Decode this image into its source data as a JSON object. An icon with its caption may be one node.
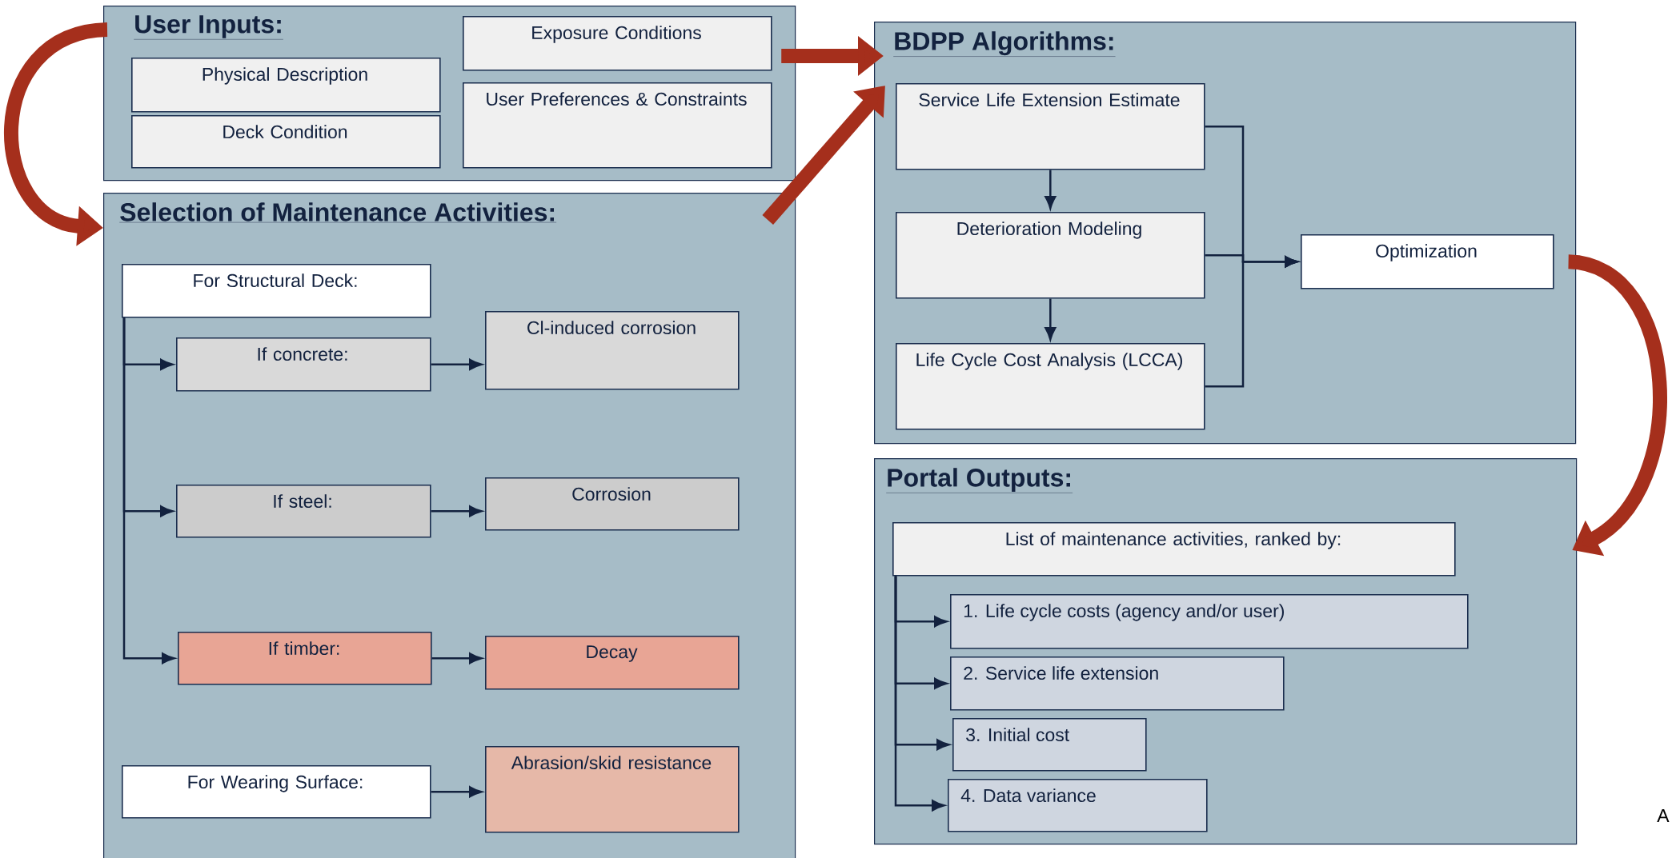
{
  "diagram": {
    "nodes": [
      {
        "text": [
          "User Inputs:"
        ]
      },
      {
        "text": [
          "Physical Description"
        ],
        "in": 0
      },
      {
        "text": [
          "Deck Condition"
        ],
        "in": 0
      },
      {
        "text": [
          "Exposure Conditions"
        ],
        "in": 0
      },
      {
        "text": [
          "User Preferences & Constraints"
        ],
        "in": 0
      },
      {
        "text": [
          "Selection of Maintenance Activities:"
        ]
      },
      {
        "text": [
          "For Structural Deck:"
        ],
        "in": 5
      },
      {
        "text": [
          "If concrete:"
        ],
        "in": 5
      },
      {
        "text": [
          "Cl-induced corrosion"
        ],
        "in": 5
      },
      {
        "text": [
          "If steel:"
        ],
        "in": 5
      },
      {
        "text": [
          "Corrosion"
        ],
        "in": 5
      },
      {
        "text": [
          "If timber:"
        ],
        "in": 5
      },
      {
        "text": [
          "Decay"
        ],
        "in": 5
      },
      {
        "text": [
          "For Wearing Surface:"
        ],
        "in": 5
      },
      {
        "text": [
          "Abrasion/skid resistance"
        ],
        "in": 5
      },
      {
        "text": [
          "BDPP Algorithms:"
        ]
      },
      {
        "text": [
          "Service Life Extension Estimate"
        ],
        "in": 15
      },
      {
        "text": [
          "Deterioration Modeling"
        ],
        "in": 15
      },
      {
        "text": [
          "Life Cycle Cost Analysis (LCCA)"
        ],
        "in": 15
      },
      {
        "text": [
          "Optimization"
        ],
        "in": 15
      },
      {
        "text": [
          "Portal Outputs:"
        ]
      },
      {
        "text": [
          "List of maintenance activities, ranked by:"
        ],
        "in": 20
      },
      {
        "text": [
          "1. Life cycle costs (agency and/or user)"
        ],
        "in": 20
      },
      {
        "text": [
          "2. Service life extension"
        ],
        "in": 20
      },
      {
        "text": [
          "3. Initial cost"
        ],
        "in": 20
      },
      {
        "text": [
          "4. Data variance"
        ],
        "in": 20
      }
    ],
    "edges": [
      {
        "from": 0,
        "to": 5,
        "arrow": "to",
        "style": "thick",
        "color": "#a52f1c"
      },
      {
        "from": 0,
        "to": 15,
        "arrow": "to",
        "style": "thick",
        "color": "#a52f1c"
      },
      {
        "from": 5,
        "to": 15,
        "arrow": "to",
        "style": "thick",
        "color": "#a52f1c"
      },
      {
        "from": 19,
        "to": 20,
        "arrow": "to",
        "style": "thick",
        "color": "#a52f1c"
      },
      {
        "from": 6,
        "to": 7,
        "arrow": "to"
      },
      {
        "from": 6,
        "to": 9,
        "arrow": "to"
      },
      {
        "from": 6,
        "to": 11,
        "arrow": "to"
      },
      {
        "from": 7,
        "to": 8,
        "arrow": "to"
      },
      {
        "from": 9,
        "to": 10,
        "arrow": "to"
      },
      {
        "from": 11,
        "to": 12,
        "arrow": "to"
      },
      {
        "from": 13,
        "to": 14,
        "arrow": "to"
      },
      {
        "from": 16,
        "to": 17,
        "arrow": "to"
      },
      {
        "from": 17,
        "to": 18,
        "arrow": "to"
      },
      {
        "from": 16,
        "to": 19,
        "arrow": "to"
      },
      {
        "from": 17,
        "to": 19,
        "arrow": "to"
      },
      {
        "from": 18,
        "to": 19,
        "arrow": "to"
      },
      {
        "from": 21,
        "to": 22,
        "arrow": "to"
      },
      {
        "from": 21,
        "to": 23,
        "arrow": "to"
      },
      {
        "from": 21,
        "to": 24,
        "arrow": "to"
      },
      {
        "from": 21,
        "to": 25,
        "arrow": "to"
      }
    ],
    "labels": [
      "A"
    ]
  }
}
